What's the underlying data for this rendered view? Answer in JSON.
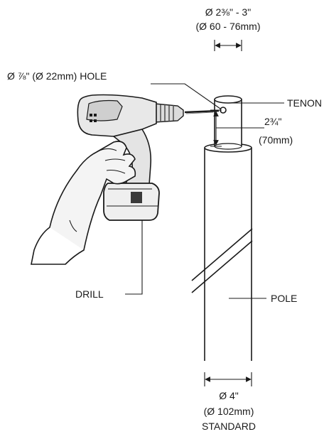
{
  "labels": {
    "tenon_diameter_in": "Ø 2⅜\" - 3\"",
    "tenon_diameter_mm": "(Ø 60 - 76mm)",
    "hole": "Ø ⅞\" (Ø 22mm) HOLE",
    "tenon": "TENON",
    "hole_height_in": "2¾\"",
    "hole_height_mm": "(70mm)",
    "drill": "DRILL",
    "pole": "POLE",
    "pole_diameter_in": "Ø 4\"",
    "pole_diameter_mm": "(Ø 102mm)",
    "pole_standard": "STANDARD"
  },
  "colors": {
    "line": "#1a1a1a",
    "drill_body": "#e8e8e8",
    "drill_dark": "#3a3a3a",
    "hand": "#f2f2f2"
  }
}
